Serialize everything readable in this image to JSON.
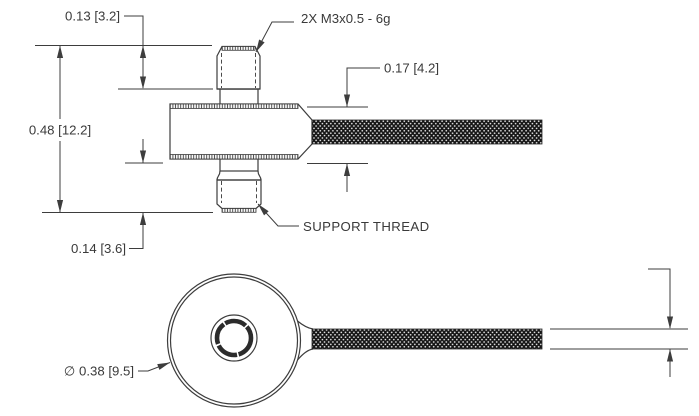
{
  "drawing": {
    "kind": "engineering-dimension-drawing",
    "units_format": "inch [mm]",
    "colors": {
      "line": "#3d3d3d",
      "text": "#3a3a3a",
      "background": "#ffffff",
      "cable_fill": "#161616",
      "cable_dots": "#e8e8e8"
    },
    "side_view": {
      "labels": {
        "stud_top_height": "0.13 [3.2]",
        "thread_callout": "2X M3x0.5 - 6g",
        "body_height": "0.17 [4.2]",
        "overall_height": "0.48 [12.2]",
        "stud_bottom_height": "0.14 [3.6]",
        "support_thread": "SUPPORT THREAD"
      }
    },
    "plan_view": {
      "labels": {
        "body_diameter": "∅ 0.38 [9.5]"
      }
    }
  }
}
